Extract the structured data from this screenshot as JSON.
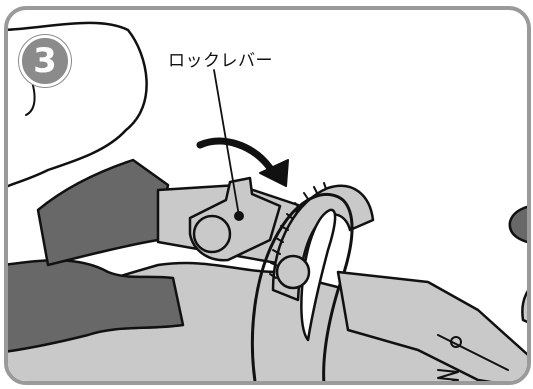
{
  "step": {
    "number": "3"
  },
  "callout": {
    "label": "ロックレバー"
  },
  "colors": {
    "frame_border": "#9a9a9a",
    "badge_fill": "#8b8b8b",
    "grip_dark": "#686868",
    "metal": "#c9c9c9",
    "outline": "#111111"
  },
  "icons": {
    "step": "circled-number-badge",
    "rotation": "curved-rotation-arrow",
    "spring": "coil-spring"
  }
}
